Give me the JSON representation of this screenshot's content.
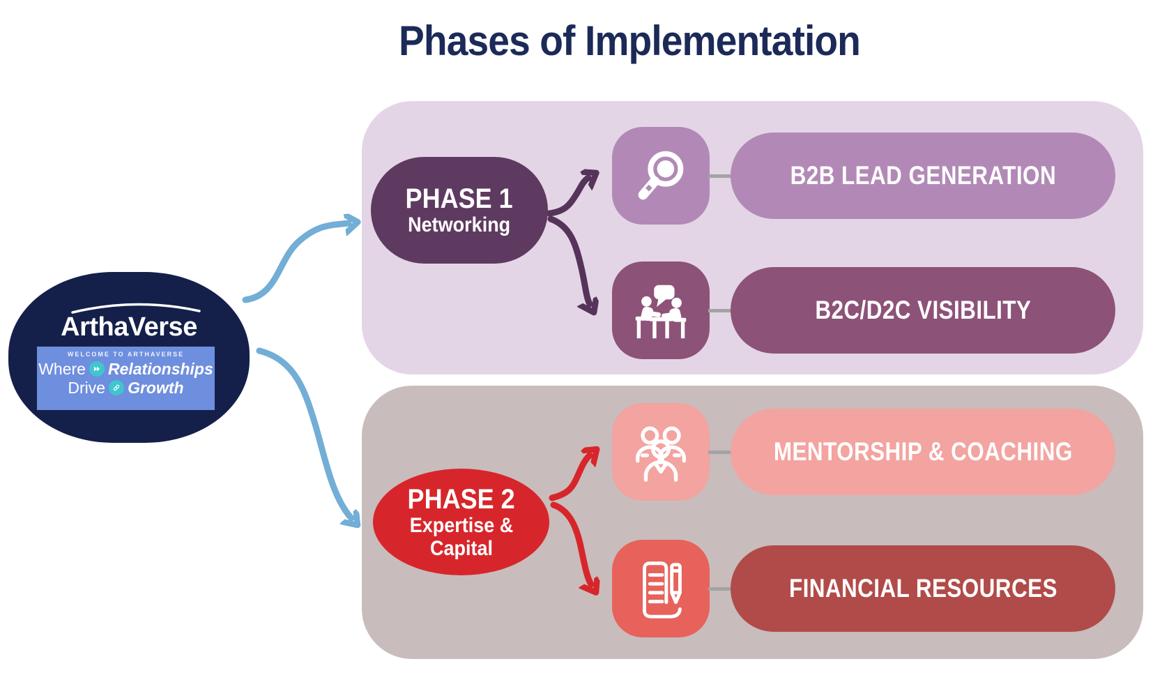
{
  "title": "Phases of Implementation",
  "logo": {
    "brand": "ArthaVerse",
    "welcome": "WELCOME TO ARTHAVERSE",
    "tagline": {
      "line1_regular": "Where",
      "line1_bold": "Relationships",
      "line2_regular": "Drive",
      "line2_bold": "Growth"
    }
  },
  "phase1": {
    "label": "PHASE 1",
    "sublabel": "Networking",
    "items": [
      {
        "label": "B2B LEAD GENERATION",
        "icon": "magnifier-icon"
      },
      {
        "label": "B2C/D2C VISIBILITY",
        "icon": "conversation-icon"
      }
    ]
  },
  "phase2": {
    "label": "PHASE 2",
    "sublabel": "Expertise & Capital",
    "items": [
      {
        "label": "MENTORSHIP & COACHING",
        "icon": "team-icon"
      },
      {
        "label": "FINANCIAL RESOURCES",
        "icon": "document-pencil-icon"
      }
    ]
  },
  "colors": {
    "title_navy": "#1c2a58",
    "panel1_bg": "#e3d5e6",
    "panel2_bg": "#c9bcbc",
    "phase1_bubble": "#5e3a60",
    "phase2_bubble": "#d7262b",
    "item_b2b_fill": "#b289b6",
    "item_b2c_fill": "#8d5277",
    "item_mentorship_fill": "#f3a3a0",
    "item_financial_tile": "#e7625b",
    "item_financial_pill": "#b14b49",
    "arrow_blue": "#72aed6",
    "arrow_purple": "#563459",
    "arrow_red": "#d7262b",
    "connector_gray": "#a3a3a3",
    "logo_navy": "#14204a",
    "logo_band_blue": "#6e8ede",
    "logo_teal": "#3fc6ce"
  }
}
